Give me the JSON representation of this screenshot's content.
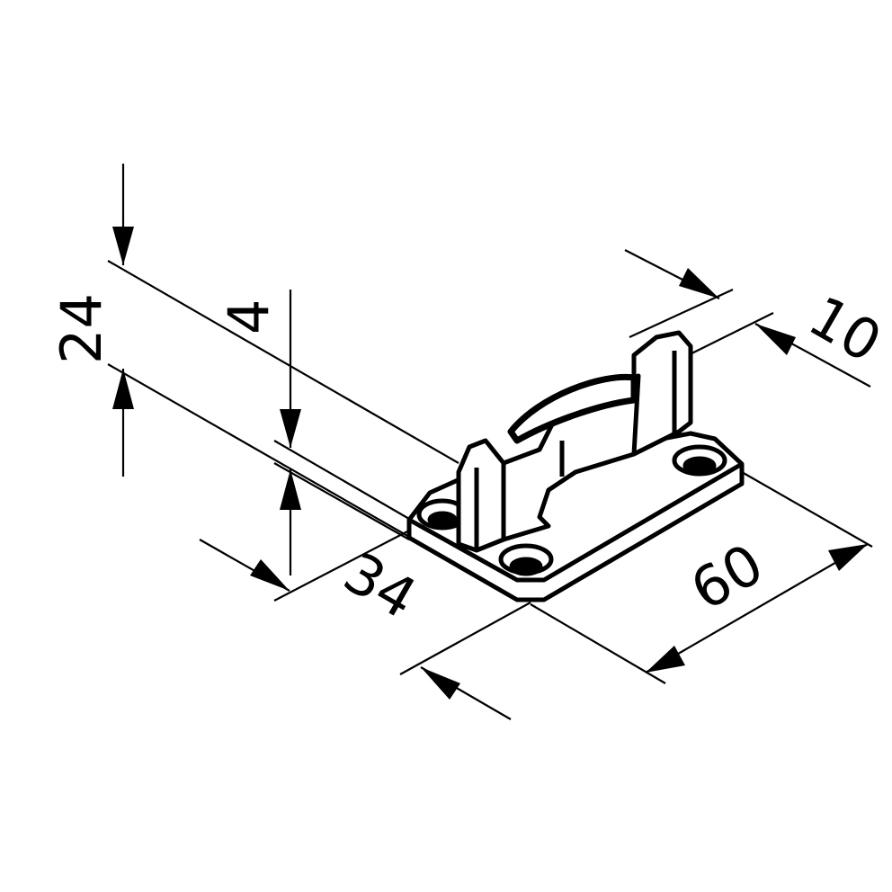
{
  "drawing": {
    "type": "isometric technical drawing",
    "subject": "mounting bracket / strike plate with two-hole base",
    "stroke_color": "#000000",
    "background": "#ffffff"
  },
  "dimensions": {
    "height_total": "24",
    "plate_thickness": "4",
    "width": "34",
    "length": "60",
    "upright_thickness": "10"
  }
}
